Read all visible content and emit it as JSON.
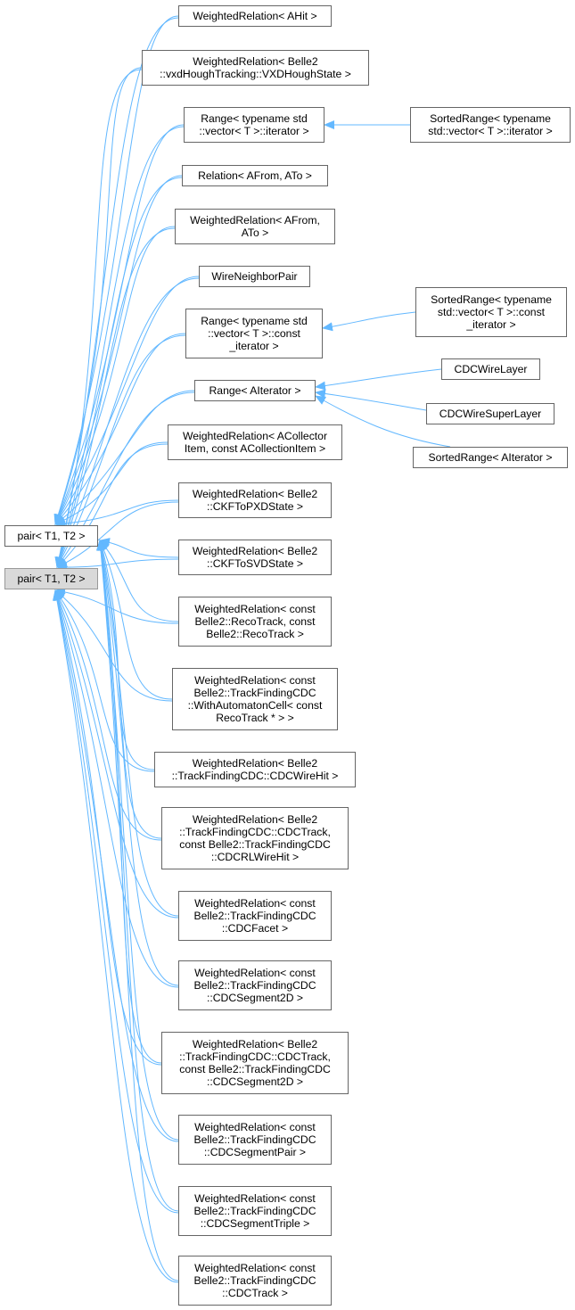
{
  "colors": {
    "edge": "#63b8ff",
    "node_border": "#666666",
    "highlight_fill": "#d9d9d9"
  },
  "nodes": {
    "pair_upper": "pair< T1, T2 >",
    "pair_lower": "pair< T1, T2 >",
    "wr_ahit": "WeightedRelation< AHit >",
    "wr_vxd": "WeightedRelation< Belle2\n::vxdHoughTracking::VXDHoughState >",
    "range_iter": "Range< typename std\n::vector< T >::iterator >",
    "sorted_range_iter": "SortedRange< typename\nstd::vector< T >::iterator >",
    "relation_afrom": "Relation< AFrom, ATo >",
    "wr_afrom": "WeightedRelation< AFrom,\nATo >",
    "wire_neighbor_pair": "WireNeighborPair",
    "range_const_iter": "Range< typename std\n::vector< T >::const\n_iterator >",
    "sorted_range_const_iter": "SortedRange< typename\nstd::vector< T >::const\n_iterator >",
    "range_aiterator": "Range< AIterator >",
    "cdc_wire_layer": "CDCWireLayer",
    "cdc_wire_superlayer": "CDCWireSuperLayer",
    "sorted_range_aiterator": "SortedRange< AIterator >",
    "wr_acollector": "WeightedRelation< ACollector\nItem, const ACollectionItem >",
    "wr_ckf_pxd": "WeightedRelation< Belle2\n::CKFToPXDState >",
    "wr_ckf_svd": "WeightedRelation< Belle2\n::CKFToSVDState >",
    "wr_recotrack": "WeightedRelation< const\nBelle2::RecoTrack, const\nBelle2::RecoTrack >",
    "wr_automaton": "WeightedRelation< const\nBelle2::TrackFindingCDC\n::WithAutomatonCell< const\nRecoTrack * > >",
    "wr_cdcwirehit": "WeightedRelation< Belle2\n::TrackFindingCDC::CDCWireHit >",
    "wr_cdctrack_rlwirehit": "WeightedRelation< Belle2\n::TrackFindingCDC::CDCTrack,\nconst Belle2::TrackFindingCDC\n::CDCRLWireHit >",
    "wr_cdcfacet": "WeightedRelation< const\nBelle2::TrackFindingCDC\n::CDCFacet >",
    "wr_cdcsegment2d": "WeightedRelation< const\nBelle2::TrackFindingCDC\n::CDCSegment2D >",
    "wr_cdctrack_segment2d": "WeightedRelation< Belle2\n::TrackFindingCDC::CDCTrack,\nconst Belle2::TrackFindingCDC\n::CDCSegment2D >",
    "wr_cdcsegmentpair": "WeightedRelation< const\nBelle2::TrackFindingCDC\n::CDCSegmentPair >",
    "wr_cdcsegmenttriple": "WeightedRelation< const\nBelle2::TrackFindingCDC\n::CDCSegmentTriple >",
    "wr_cdctrack": "WeightedRelation< const\nBelle2::TrackFindingCDC\n::CDCTrack >"
  }
}
